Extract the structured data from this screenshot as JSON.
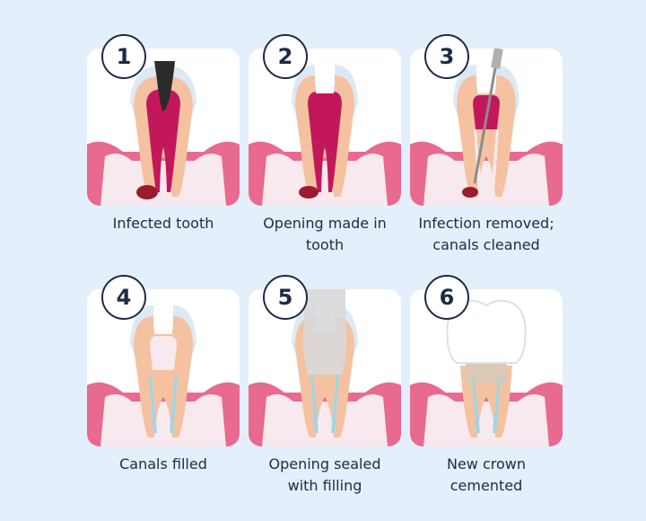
{
  "colors": {
    "background": "#e3effa",
    "gum": "#e86a8e",
    "gum_inner": "#f7e9ee",
    "bone": "#f2f2f2",
    "enamel": "#dce9f5",
    "dentin": "#f4c2a0",
    "pulp": "#c2185b",
    "decay": "#2b2b2b",
    "abscess": "#9b1c2c",
    "canal_filling": "#9fd6e8",
    "seal": "#d9d9d9",
    "text": "#1f2a44"
  },
  "steps": [
    {
      "number": "1",
      "caption_line1": "Infected tooth",
      "caption_line2": "",
      "icon": "infected-tooth-icon"
    },
    {
      "number": "2",
      "caption_line1": "Opening made in",
      "caption_line2": "tooth",
      "icon": "opened-tooth-icon"
    },
    {
      "number": "3",
      "caption_line1": "Infection removed;",
      "caption_line2": "canals cleaned",
      "icon": "cleaning-tooth-icon"
    },
    {
      "number": "4",
      "caption_line1": "Canals filled",
      "caption_line2": "",
      "icon": "filled-canals-icon"
    },
    {
      "number": "5",
      "caption_line1": "Opening sealed",
      "caption_line2": "with filling",
      "icon": "sealed-tooth-icon"
    },
    {
      "number": "6",
      "caption_line1": "New crown",
      "caption_line2": "cemented",
      "icon": "crowned-tooth-icon"
    }
  ]
}
